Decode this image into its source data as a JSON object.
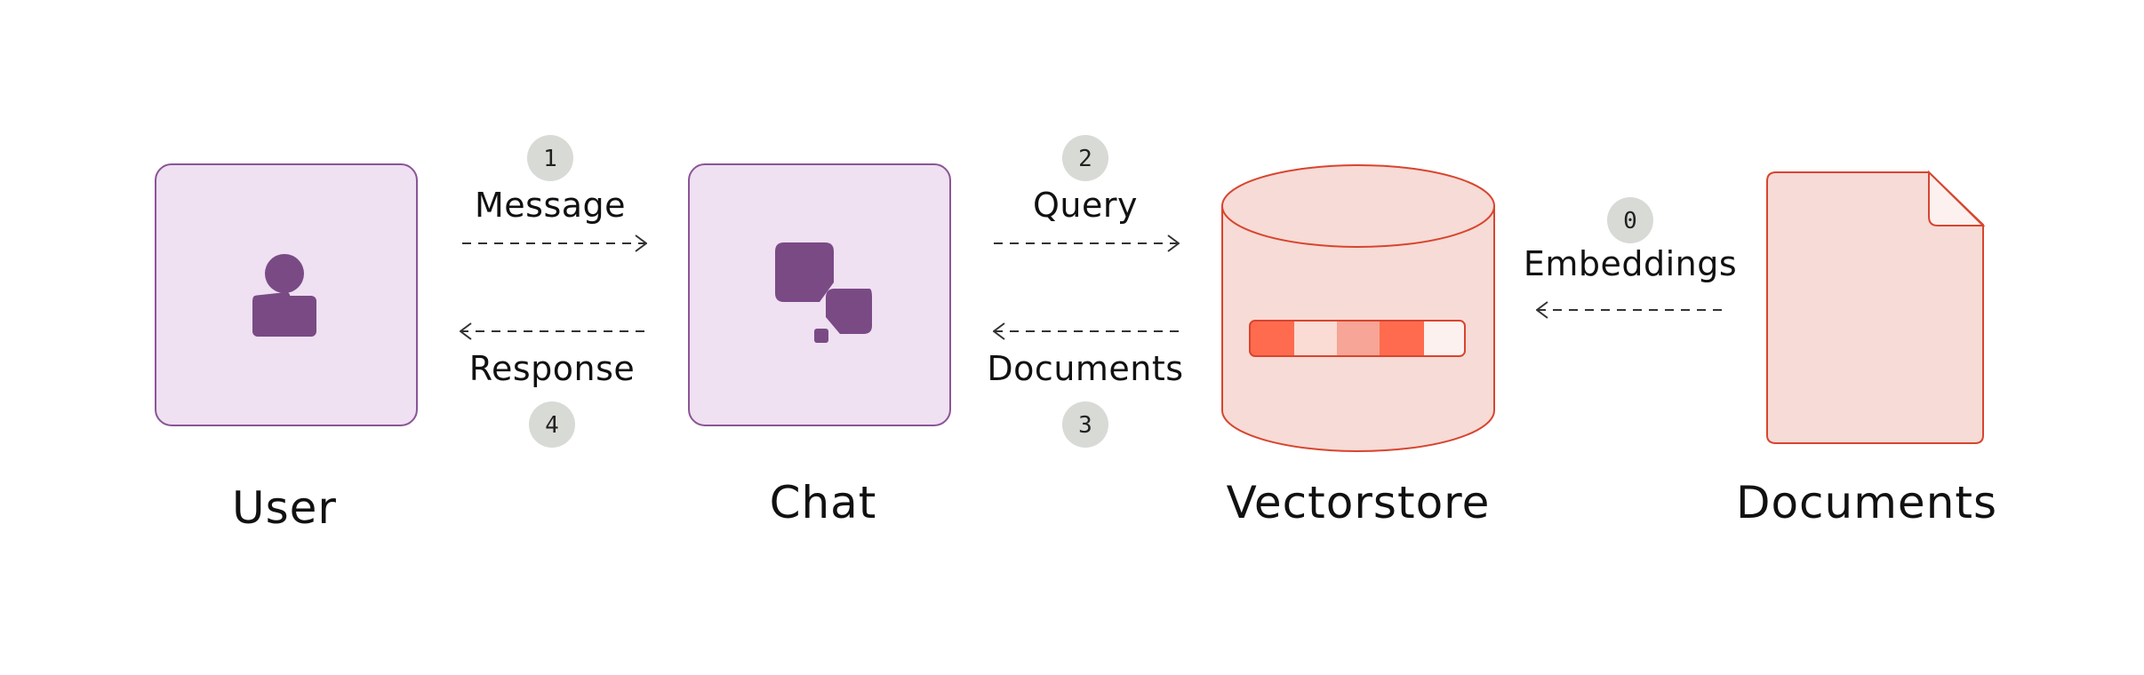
{
  "colors": {
    "chat_user_fill": "#efe0f2",
    "chat_user_stroke": "#8a5596",
    "icon_purple": "#7a4a85",
    "store_fill": "#f7dbd6",
    "store_stroke": "#d8452f",
    "bar_strong": "#ff6b4f",
    "bar_mid": "#f6a596",
    "bar_light": "#fadcd4",
    "bar_pale": "#fdf1ef",
    "badge_fill": "#d8dad6",
    "arrow": "#333333"
  },
  "nodes": {
    "user": {
      "label": "User",
      "icon": "user-icon"
    },
    "chat": {
      "label": "Chat",
      "icon": "chat-bubbles-icon"
    },
    "vectorstore": {
      "label": "Vectorstore",
      "icon": "cylinder-icon"
    },
    "documents": {
      "label": "Documents",
      "icon": "document-icon"
    }
  },
  "edges": {
    "message": {
      "step": "1",
      "label": "Message",
      "direction": "right"
    },
    "query": {
      "step": "2",
      "label": "Query",
      "direction": "right"
    },
    "documents_returned": {
      "step": "3",
      "label": "Documents",
      "direction": "left"
    },
    "response": {
      "step": "4",
      "label": "Response",
      "direction": "left"
    },
    "embeddings": {
      "step": "0",
      "label": "Embeddings",
      "direction": "left"
    }
  }
}
